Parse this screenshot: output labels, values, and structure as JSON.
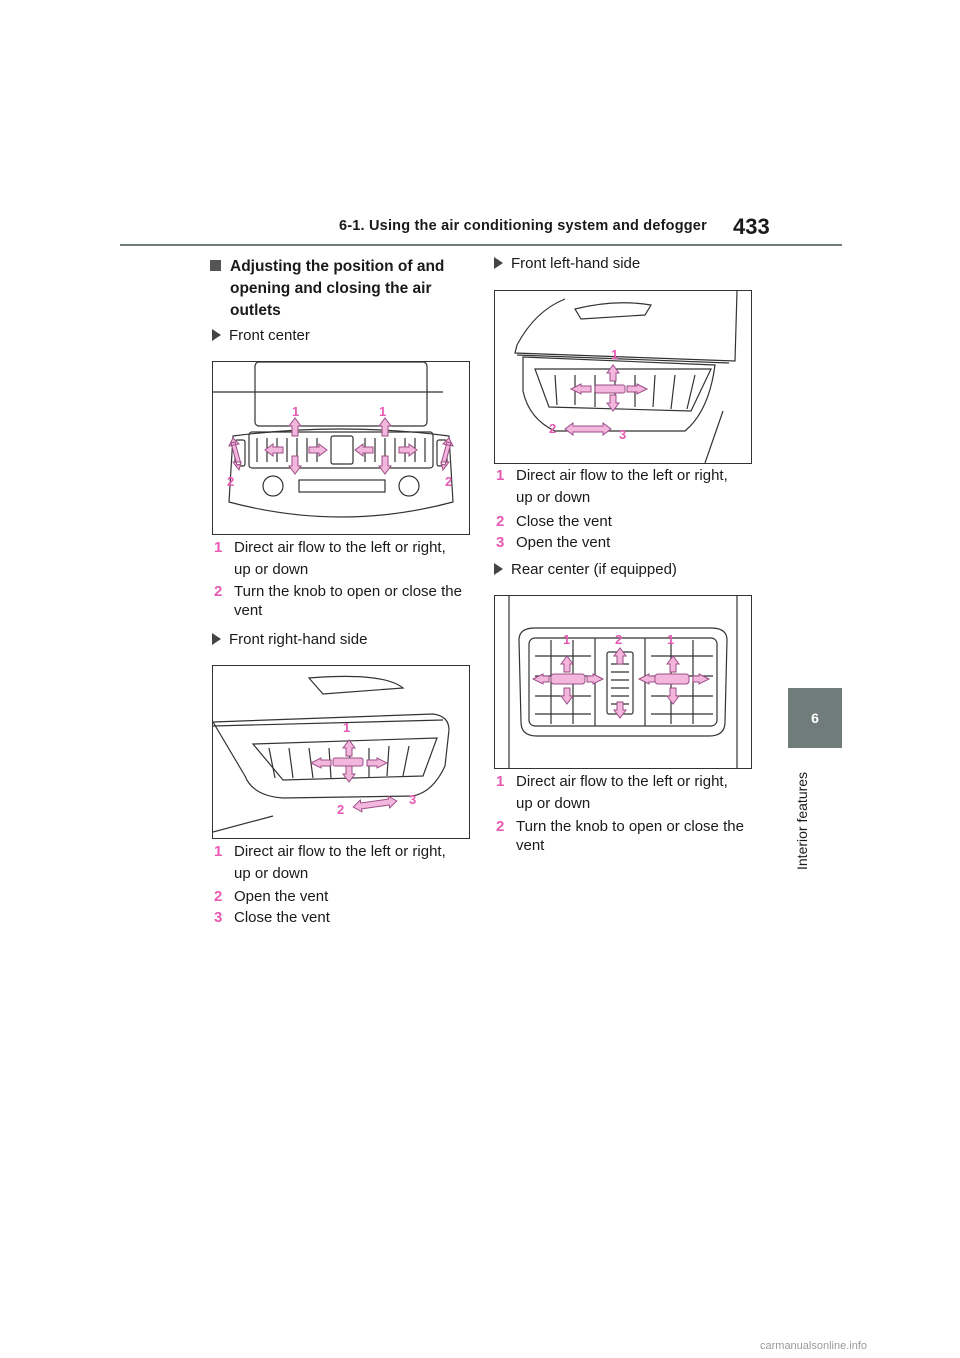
{
  "header": {
    "title": "6-1. Using the air conditioning system and defogger",
    "page_number": "433"
  },
  "side_tab": {
    "chapter": "6",
    "label": "Interior features"
  },
  "section": {
    "title": "Adjusting the position of and opening and closing the air outlets"
  },
  "front_center": {
    "label": "Front center",
    "callouts": [
      "1",
      "1",
      "2",
      "2"
    ],
    "items": [
      {
        "num": "1",
        "text": "Direct air flow to the left or right, up or down"
      },
      {
        "num": "2",
        "text": "Turn the knob to open or close the vent"
      }
    ]
  },
  "front_right": {
    "label": "Front right-hand side",
    "callouts": [
      "1",
      "2",
      "3"
    ],
    "items": [
      {
        "num": "1",
        "text": "Direct air flow to the left or right, up or down"
      },
      {
        "num": "2",
        "text": "Open the vent"
      },
      {
        "num": "3",
        "text": "Close the vent"
      }
    ]
  },
  "front_left": {
    "label": "Front left-hand side",
    "callouts": [
      "1",
      "2",
      "3"
    ],
    "items": [
      {
        "num": "1",
        "text": "Direct air flow to the left or right, up or down"
      },
      {
        "num": "2",
        "text": "Close the vent"
      },
      {
        "num": "3",
        "text": "Open the vent"
      }
    ]
  },
  "rear_center": {
    "label": "Rear center (if equipped)",
    "callouts": [
      "1",
      "2",
      "1"
    ],
    "items": [
      {
        "num": "1",
        "text": "Direct air flow to the left or right, up or down"
      },
      {
        "num": "2",
        "text": "Turn the knob to open or close the vent"
      }
    ]
  },
  "watermark": "carmanualsonline.info",
  "colors": {
    "accent": "#e65ab4",
    "arrow_fill": "#f3b6dc",
    "tab": "#6f7c7a"
  }
}
